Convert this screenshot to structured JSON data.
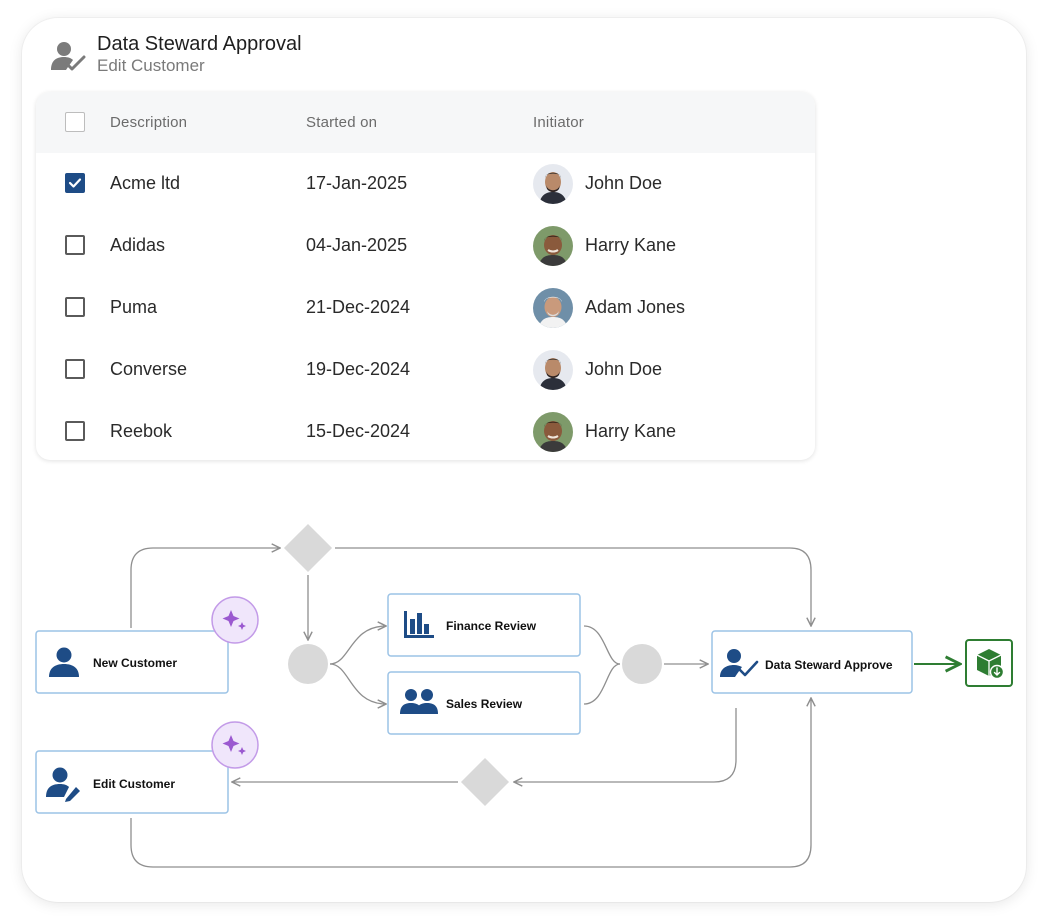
{
  "header": {
    "title": "Data Steward Approval",
    "subtitle": "Edit Customer",
    "icon": "user-check-icon"
  },
  "table": {
    "columns": [
      "Description",
      "Started on",
      "Initiator"
    ],
    "rows": [
      {
        "description": "Acme ltd",
        "started_on": "17-Jan-2025",
        "initiator": "John Doe",
        "checked": true
      },
      {
        "description": "Adidas",
        "started_on": "04-Jan-2025",
        "initiator": "Harry Kane",
        "checked": false
      },
      {
        "description": "Puma",
        "started_on": "21-Dec-2024",
        "initiator": "Adam Jones",
        "checked": false
      },
      {
        "description": "Converse",
        "started_on": "19-Dec-2024",
        "initiator": "John Doe",
        "checked": false
      },
      {
        "description": "Reebok",
        "started_on": "15-Dec-2024",
        "initiator": "Harry Kane",
        "checked": false
      }
    ]
  },
  "workflow": {
    "nodes": {
      "new_customer": "New Customer",
      "edit_customer": "Edit Customer",
      "finance_review": "Finance Review",
      "sales_review": "Sales Review",
      "data_steward_approve": "Data Steward Approve"
    },
    "colors": {
      "node_border": "#9cc3e6",
      "icon_blue": "#1e4c86",
      "gateway_gray": "#d9d9d9",
      "connector_gray": "#8f8f8f",
      "end_green": "#2e7d32",
      "ai_badge": "#9b59d0"
    }
  }
}
